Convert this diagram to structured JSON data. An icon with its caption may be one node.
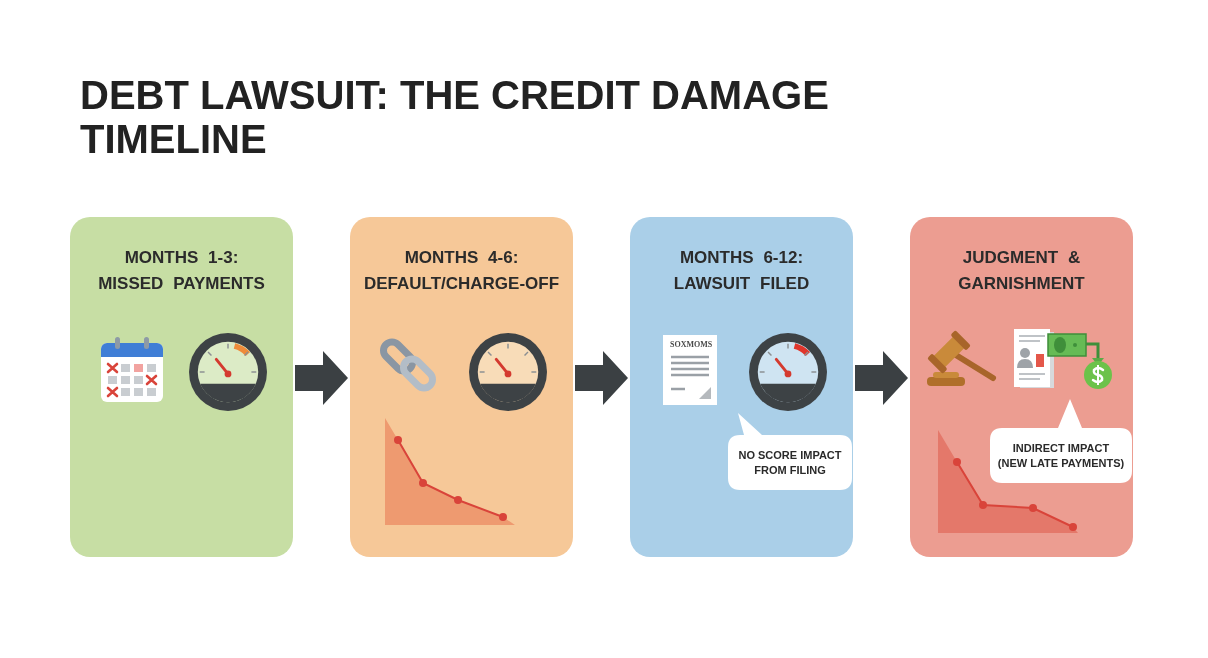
{
  "diagram": {
    "title": "DEBT LAWSUIT: THE CREDIT DAMAGE TIMELINE",
    "nodes": [
      {
        "text": [
          "MONTHS 1-3: MISSED PAYMENTS"
        ]
      },
      {
        "text": [
          "MONTHS 4-6: DEFAULT/CHARGE-OFF"
        ]
      },
      {
        "text": [
          "MONTHS 6-12: LAWSUIT FILED"
        ]
      },
      {
        "text": [
          "JUDGMENT & GARNISHMENT"
        ]
      },
      {
        "text": [
          "NO SCORE IMPACT FROM FILING"
        ],
        "in": 2
      },
      {
        "text": [
          "INDIRECT IMPACT (NEW LATE PAYMENTS)"
        ],
        "in": 3
      }
    ],
    "edges": [
      {
        "from": 0,
        "to": 1,
        "arrow": "to"
      },
      {
        "from": 1,
        "to": 2,
        "arrow": "to"
      },
      {
        "from": 2,
        "to": 3,
        "arrow": "to"
      }
    ],
    "labels": [
      "SOXMOMS"
    ]
  }
}
